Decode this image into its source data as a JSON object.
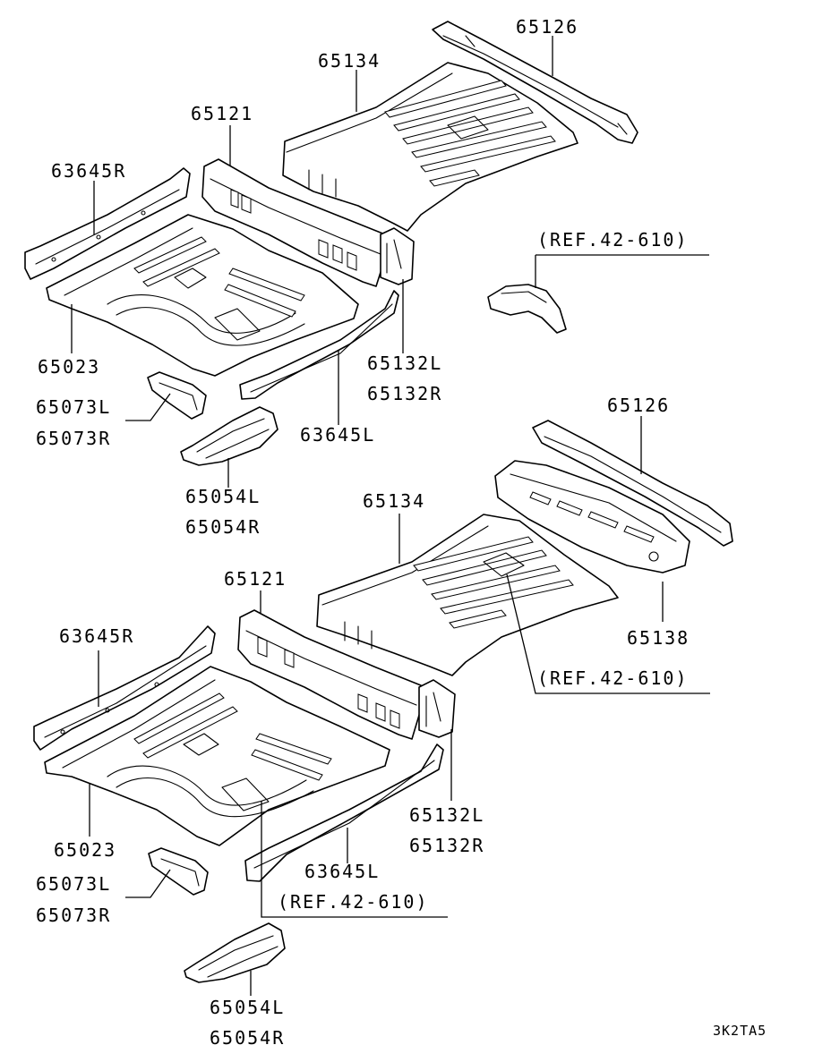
{
  "diagram_code": "3K2TA5",
  "labels": {
    "top_65126": "65126",
    "top_65134": "65134",
    "top_65121": "65121",
    "top_63645R": "63645R",
    "top_ref": "(REF.42-610)",
    "top_65023": "65023",
    "top_65132L": "65132L",
    "top_65132R": "65132R",
    "top_65073L": "65073L",
    "top_65073R": "65073R",
    "top_63645L": "63645L",
    "top_65054L": "65054L",
    "top_65054R": "65054R",
    "bot_65126": "65126",
    "bot_65134": "65134",
    "bot_65121": "65121",
    "bot_63645R": "63645R",
    "bot_65138": "65138",
    "bot_ref_a": "(REF.42-610)",
    "bot_65023": "65023",
    "bot_65132L": "65132L",
    "bot_65132R": "65132R",
    "bot_65073L": "65073L",
    "bot_63645L": "63645L",
    "bot_ref_b": "(REF.42-610)",
    "bot_65073R": "65073R",
    "bot_65054L": "65054L",
    "bot_65054R": "65054R"
  }
}
